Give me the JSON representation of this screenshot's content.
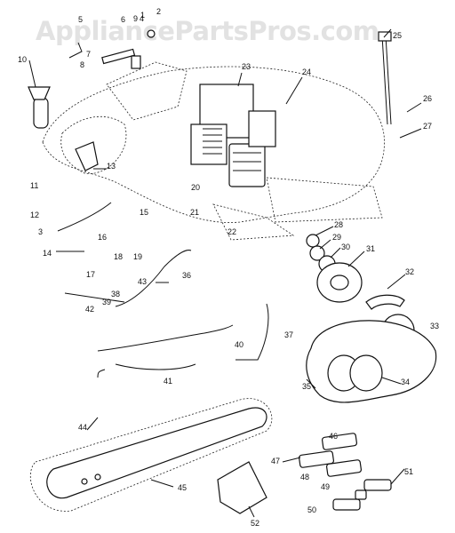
{
  "watermark": "AppliancePartsPros.com",
  "callouts": [
    "1",
    "2",
    "3",
    "4",
    "5",
    "6",
    "7",
    "8",
    "9",
    "10",
    "11",
    "12",
    "13",
    "14",
    "15",
    "16",
    "17",
    "18",
    "19",
    "20",
    "21",
    "22",
    "23",
    "24",
    "25",
    "26",
    "27",
    "28",
    "29",
    "30",
    "31",
    "32",
    "33",
    "34",
    "35",
    "36",
    "37",
    "38",
    "39",
    "40",
    "41",
    "42",
    "43",
    "44",
    "45",
    "46",
    "47",
    "48",
    "49",
    "50",
    "51",
    "52"
  ]
}
